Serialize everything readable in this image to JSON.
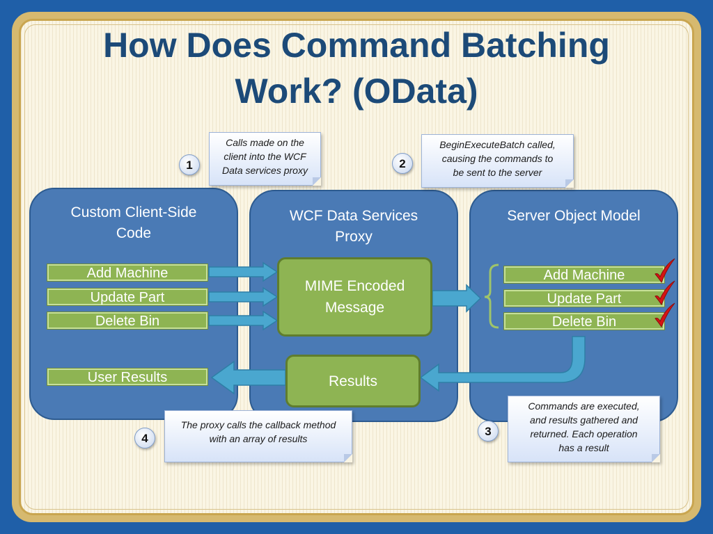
{
  "title": {
    "line1": "How Does Command Batching",
    "line2": "Work? (OData)"
  },
  "panels": {
    "client": {
      "title_line1": "Custom Client-Side",
      "title_line2": "Code",
      "commands": [
        "Add Machine",
        "Update Part",
        "Delete Bin"
      ],
      "results_label": "User Results"
    },
    "proxy": {
      "title_line1": "WCF Data Services",
      "title_line2": "Proxy",
      "message_line1": "MIME Encoded",
      "message_line2": "Message",
      "results_label": "Results"
    },
    "server": {
      "title": "Server Object Model",
      "commands": [
        "Add Machine",
        "Update Part",
        "Delete Bin"
      ]
    }
  },
  "steps": [
    {
      "number": "1",
      "lines": [
        "Calls made on the",
        "client into the WCF",
        "Data services proxy"
      ]
    },
    {
      "number": "2",
      "lines": [
        "BeginExecuteBatch called,",
        "causing the commands to",
        "be sent to the server"
      ]
    },
    {
      "number": "3",
      "lines": [
        "Commands are executed,",
        "and results gathered and",
        "returned.  Each operation",
        "has a result"
      ]
    },
    {
      "number": "4",
      "lines": [
        "The proxy calls the callback method",
        "with an array of results"
      ]
    }
  ],
  "icons": {
    "check": "red-checkmark-icon",
    "arrow": "blue-arrow"
  },
  "colors": {
    "panel": "#4a7ab5",
    "green": "#8eb453",
    "arrow": "#4aa7cf",
    "title": "#1c4a78",
    "check": "#d61414"
  }
}
